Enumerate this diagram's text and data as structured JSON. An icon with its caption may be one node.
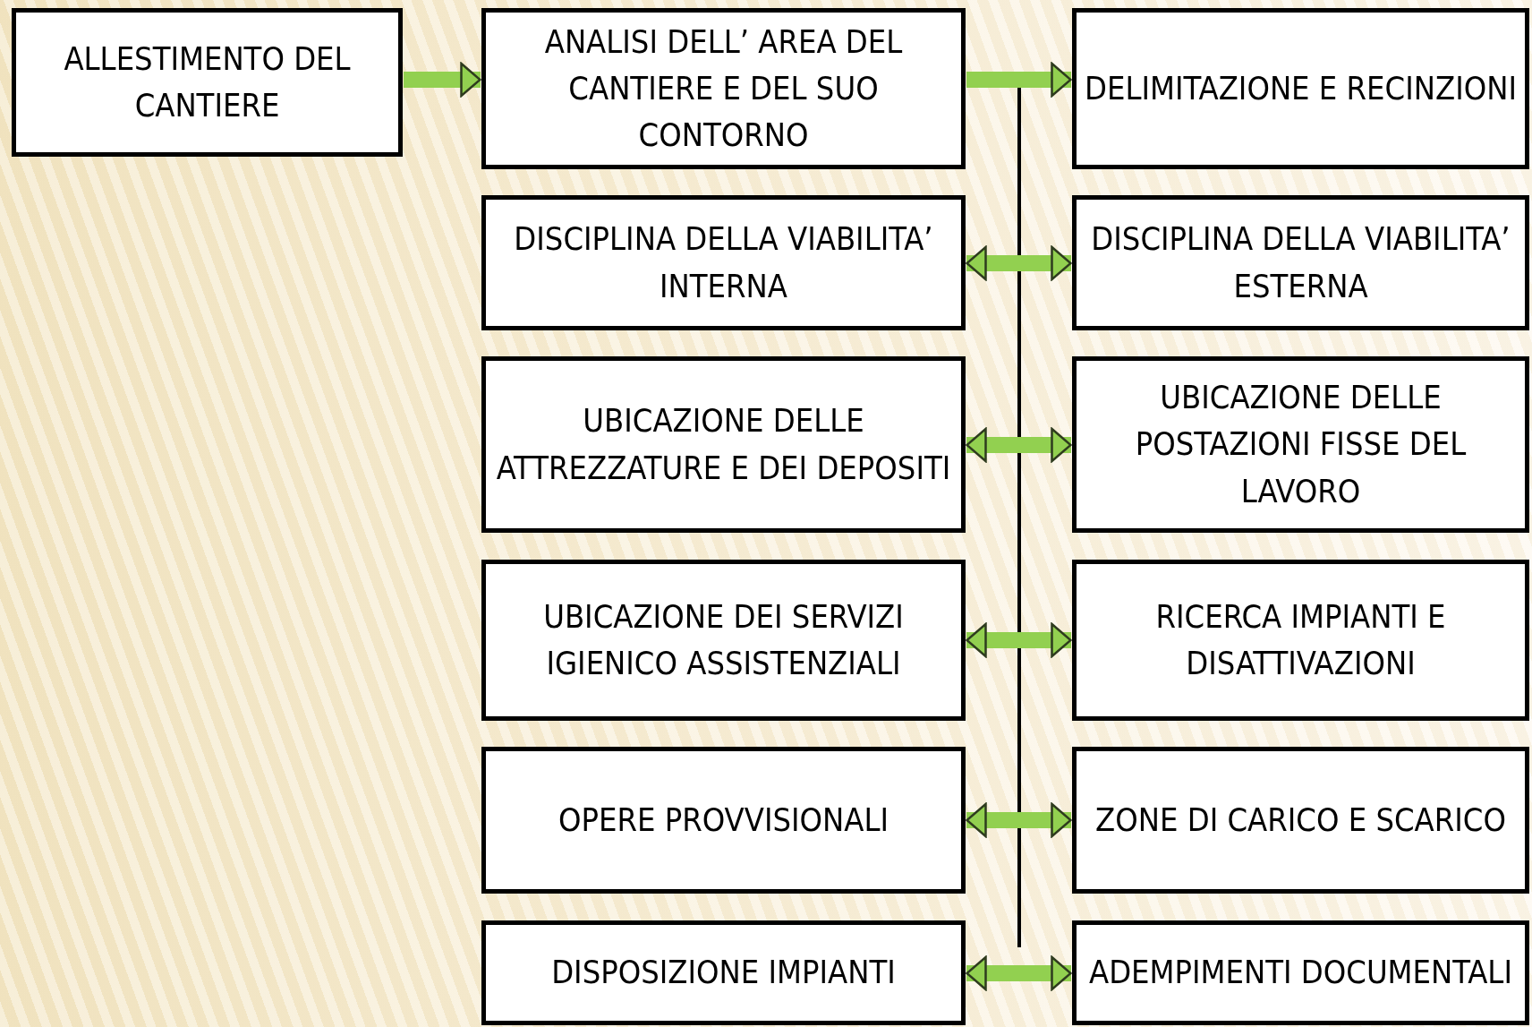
{
  "diagram": {
    "nodes": [
      {
        "text": [
          "ALLESTIMENTO DEL CANTIERE"
        ]
      },
      {
        "text": [
          "ANALISI DELL’ AREA DEL CANTIERE E DEL SUO CONTORNO"
        ]
      },
      {
        "text": [
          "DELIMITAZIONE E RECINZIONI"
        ]
      },
      {
        "text": [
          "DISCIPLINA DELLA VIABILITA’  INTERNA"
        ]
      },
      {
        "text": [
          "DISCIPLINA DELLA VIABILITA’ ESTERNA"
        ]
      },
      {
        "text": [
          "UBICAZIONE DELLE ATTREZZATURE E DEI DEPOSITI"
        ]
      },
      {
        "text": [
          "UBICAZIONE DELLE POSTAZIONI FISSE DEL LAVORO"
        ]
      },
      {
        "text": [
          "UBICAZIONE DEI SERVIZI IGIENICO ASSISTENZIALI"
        ]
      },
      {
        "text": [
          "RICERCA IMPIANTI E DISATTIVAZIONI"
        ]
      },
      {
        "text": [
          "OPERE PROVVISIONALI"
        ]
      },
      {
        "text": [
          "ZONE DI CARICO E SCARICO"
        ]
      },
      {
        "text": [
          "DISPOSIZIONE IMPIANTI"
        ]
      },
      {
        "text": [
          "ADEMPIMENTI DOCUMENTALI"
        ]
      }
    ],
    "edges": [
      {
        "from": 0,
        "to": 1,
        "arrow": "to"
      },
      {
        "from": 1,
        "to": 2,
        "arrow": "to"
      },
      {
        "from": 3,
        "to": 4,
        "arrow": "both"
      },
      {
        "from": 5,
        "to": 6,
        "arrow": "both"
      },
      {
        "from": 7,
        "to": 8,
        "arrow": "both"
      },
      {
        "from": 9,
        "to": 10,
        "arrow": "both"
      },
      {
        "from": 11,
        "to": 12,
        "arrow": "both"
      }
    ]
  }
}
